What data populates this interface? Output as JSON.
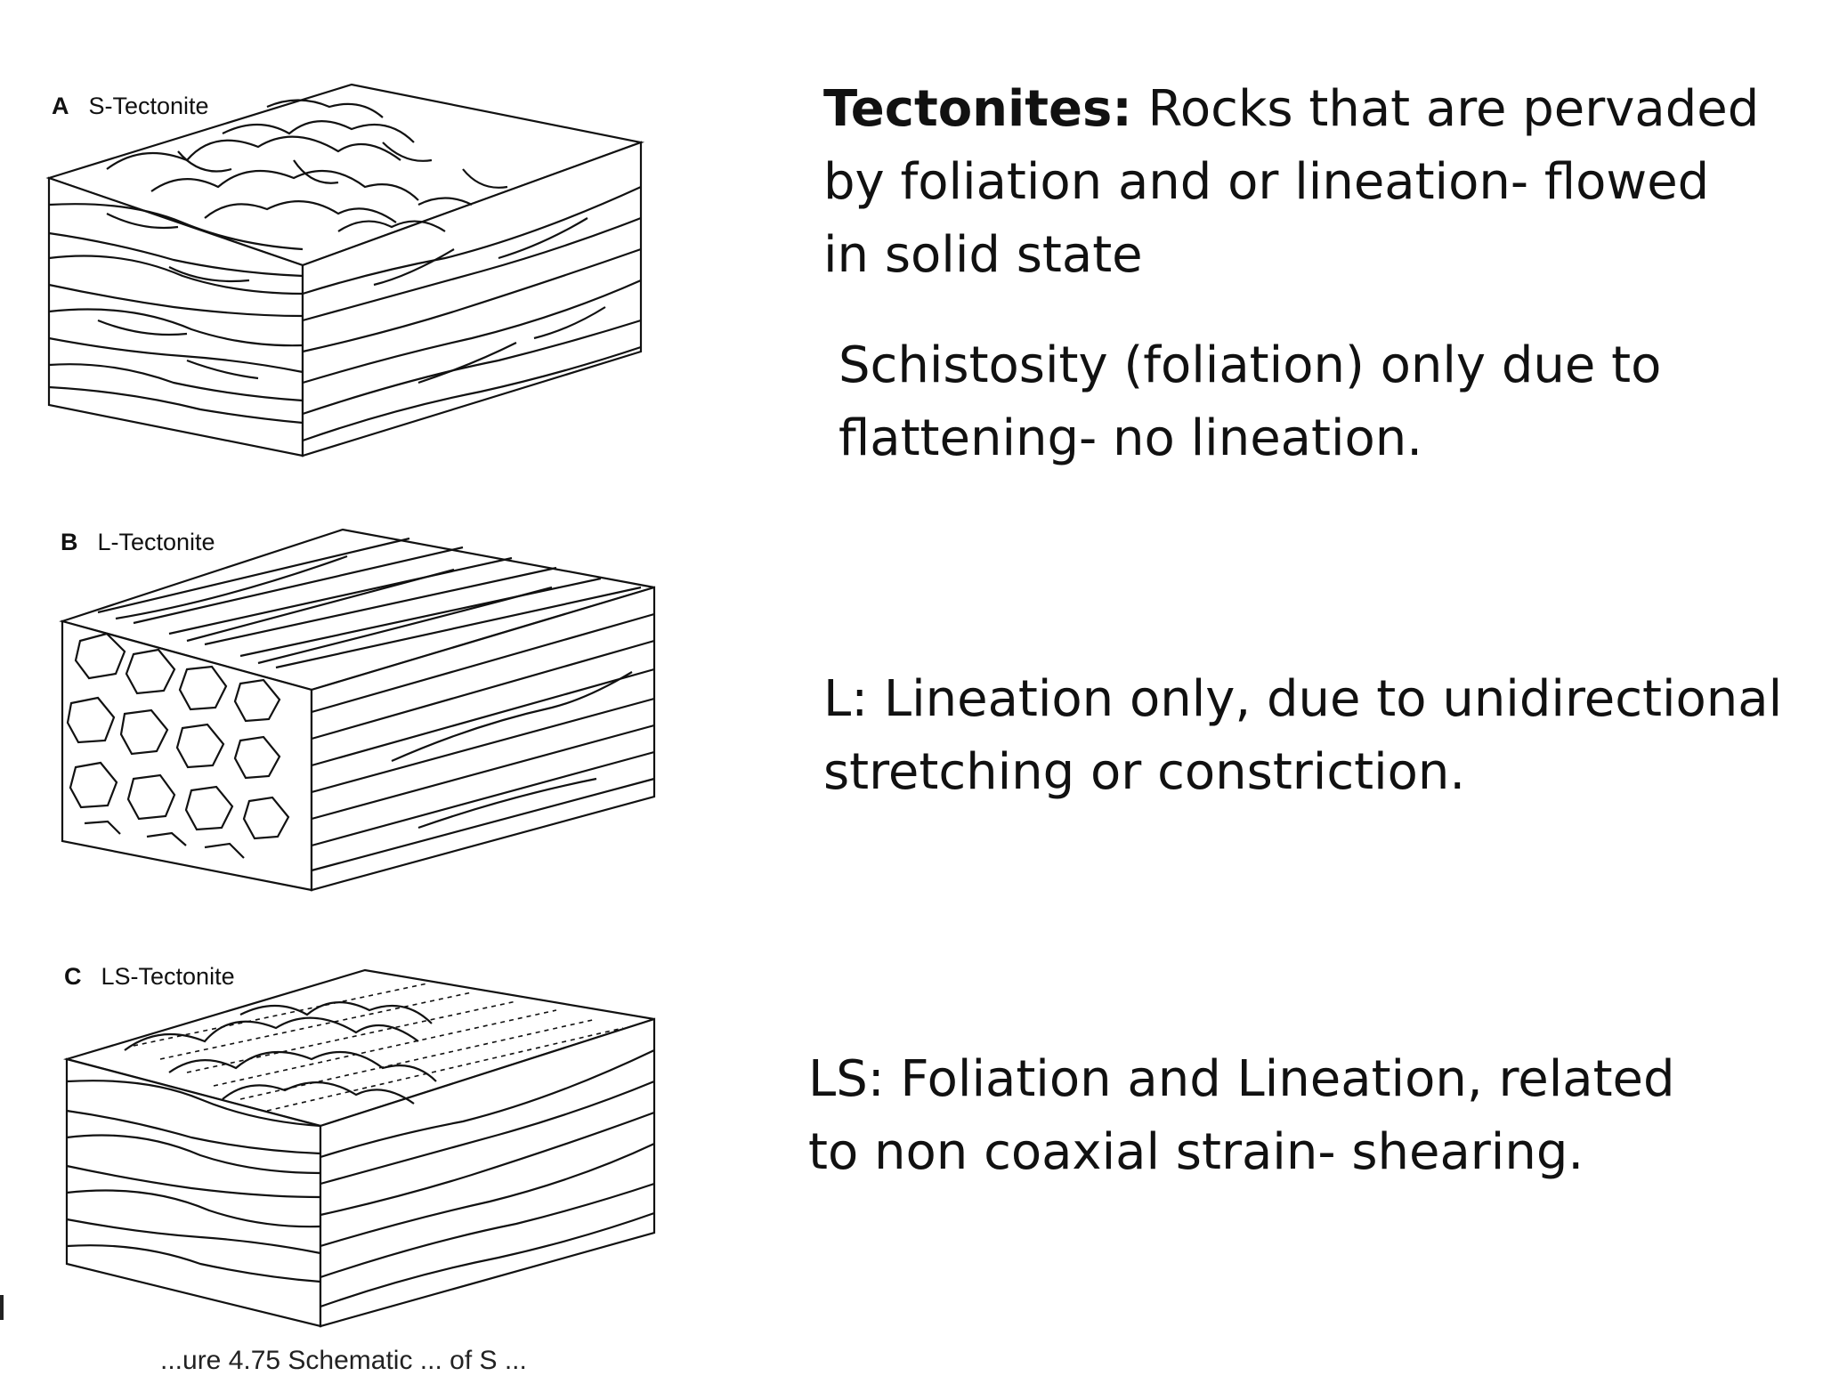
{
  "figure": {
    "panels": [
      {
        "letter": "A",
        "title": "S-Tectonite"
      },
      {
        "letter": "B",
        "title": "L-Tectonite"
      },
      {
        "letter": "C",
        "title": "LS-Tectonite"
      }
    ],
    "caption_fragment": "...ure 4.75   Schematic ... of S ..."
  },
  "descriptions": {
    "tectonites": {
      "lead": "Tectonites:",
      "text_line1": " Rocks that are pervaded",
      "text_line2": "by foliation and or lineation- flowed",
      "text_line3": "in solid state"
    },
    "s": {
      "line1": "Schistosity (foliation) only due to",
      "line2": "flattening- no lineation."
    },
    "l": {
      "line1": "L: Lineation only, due to unidirectional",
      "line2": "stretching or  constriction."
    },
    "ls": {
      "line1": "LS: Foliation and Lineation, related",
      "line2": "to non coaxial strain- shearing."
    }
  }
}
